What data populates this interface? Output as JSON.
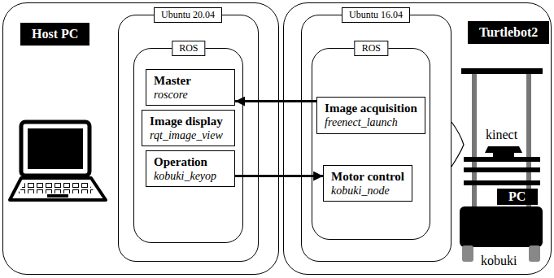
{
  "diagram": {
    "nodes": [
      {
        "text": [
          "Host PC"
        ]
      },
      {
        "text": [
          "Ubuntu 20.04"
        ],
        "in": 0
      },
      {
        "text": [
          "ROS"
        ],
        "in": 1
      },
      {
        "text": [
          "Master",
          "roscore"
        ],
        "in": 2
      },
      {
        "text": [
          "Image display",
          "rqt_image_view"
        ],
        "in": 2
      },
      {
        "text": [
          "Operation",
          "kobuki_keyop"
        ],
        "in": 2
      },
      {
        "text": [
          "Turtlebot2"
        ]
      },
      {
        "text": [
          "Ubuntu 16.04"
        ],
        "in": 6
      },
      {
        "text": [
          "ROS"
        ],
        "in": 7
      },
      {
        "text": [
          "Image acquisition",
          "freenect_launch"
        ],
        "in": 8
      },
      {
        "text": [
          "Motor control",
          "kobuki_node"
        ],
        "in": 8
      }
    ],
    "edges": [
      {
        "from": 9,
        "to": 3,
        "arrow": "to"
      },
      {
        "from": 5,
        "to": 10,
        "arrow": "to"
      }
    ],
    "labels": [
      "kinect",
      "PC",
      "kobuki"
    ]
  }
}
